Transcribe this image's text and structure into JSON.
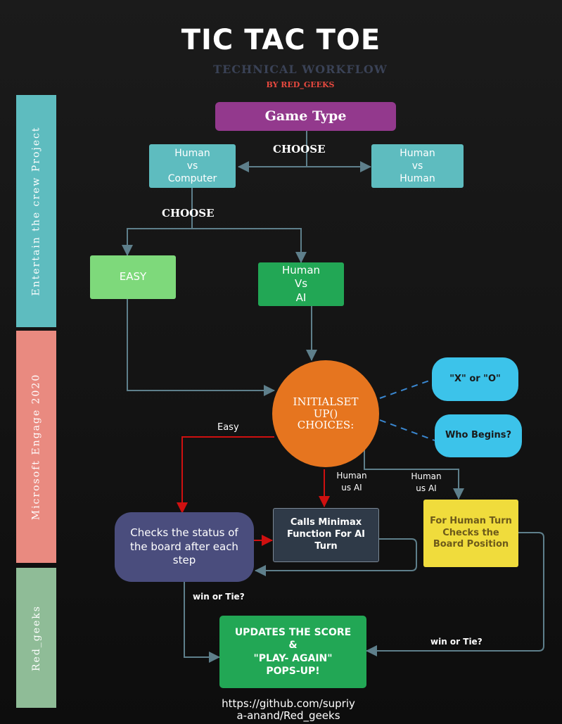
{
  "header": {
    "title": "TIC TAC TOE",
    "subtitle": "TECHNICAL WORKFLOW",
    "byline": "BY RED_GEEKS"
  },
  "sidebar": {
    "project": "Entertain the crew Project",
    "event": "Microsoft Engage 2020",
    "team": "Red_geeks"
  },
  "nodes": {
    "game_type": "Game Type",
    "hvc": [
      "Human",
      "vs",
      "Computer"
    ],
    "hvh": [
      "Human",
      "vs",
      "Human"
    ],
    "easy": "EASY",
    "hvai": [
      "Human",
      "Vs",
      "AI"
    ],
    "initial": [
      "INITIALSET",
      "UP()",
      "CHOICES:"
    ],
    "xo": "\"X\" or \"O\"",
    "who_begins": "Who Begins?",
    "checks_status": [
      "Checks the status of",
      "the board after each",
      "step"
    ],
    "minimax": [
      "Calls Minimax",
      "Function For AI",
      "Turn"
    ],
    "human_turn": [
      "For Human Turn",
      "Checks the",
      "Board Position"
    ],
    "updates": [
      "UPDATES THE SCORE",
      "&",
      "\"PLAY- AGAIN\"",
      "POPS-UP!"
    ]
  },
  "edge_labels": {
    "choose_1": "CHOOSE",
    "choose_2": "CHOOSE",
    "easy": "Easy",
    "human_ai_1": [
      "Human",
      "us AI"
    ],
    "human_ai_2": [
      "Human",
      "us AI"
    ],
    "win_tie_1": "win or Tie?",
    "win_tie_2": "win or Tie?"
  },
  "footer": {
    "url": [
      "https://github.com/supriy",
      "a-anand/Red_geeks"
    ]
  },
  "colors": {
    "teal": "#5ebcbf",
    "purple": "#93398d",
    "light_green": "#7ed97b",
    "green": "#22a755",
    "orange": "#e6751f",
    "sky": "#3cc3ea",
    "indigo": "#4a4d7d",
    "slate": "#2f3a48",
    "yellow": "#f0dc3c",
    "arrow": "#5e7f8b",
    "red": "#cf1010",
    "dash": "#3a87d0",
    "side_teal": "#5ebcbf",
    "side_salmon": "#e98a80",
    "side_sage": "#8fbc97"
  }
}
